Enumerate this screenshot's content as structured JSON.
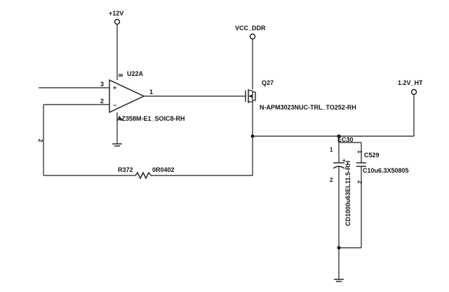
{
  "colors": {
    "ink": "#1a1a1a",
    "paper": "#ffffff"
  },
  "rails": {
    "plus12": "+12V",
    "vcc_ddr": "VCC_DDR",
    "out": "1.2V_HT"
  },
  "opamp": {
    "ref": "U22A",
    "part": "AZ358M-E1_SOIC8-RH",
    "pin_plus": "3",
    "pin_minus": "2",
    "pin_out": "1",
    "pin_vplus": "8",
    "pin_gnd": "4",
    "sign_plus": "+",
    "sign_minus": "−"
  },
  "mosfet": {
    "ref": "Q27",
    "part": "N-APM3023NUC-TRL_TO252-RH"
  },
  "resistor": {
    "ref": "R372",
    "value": "0R0402"
  },
  "net_label": "2",
  "cap_ec30": {
    "ref": "EC30",
    "part": "CD1000u63EL11.5-RH",
    "pin_plus": "1",
    "pin_minus": "2",
    "polarity": "+"
  },
  "cap_c529": {
    "ref": "C529",
    "part": "C10u6.3X50805",
    "pin_a": "1",
    "pin_b": "2"
  }
}
